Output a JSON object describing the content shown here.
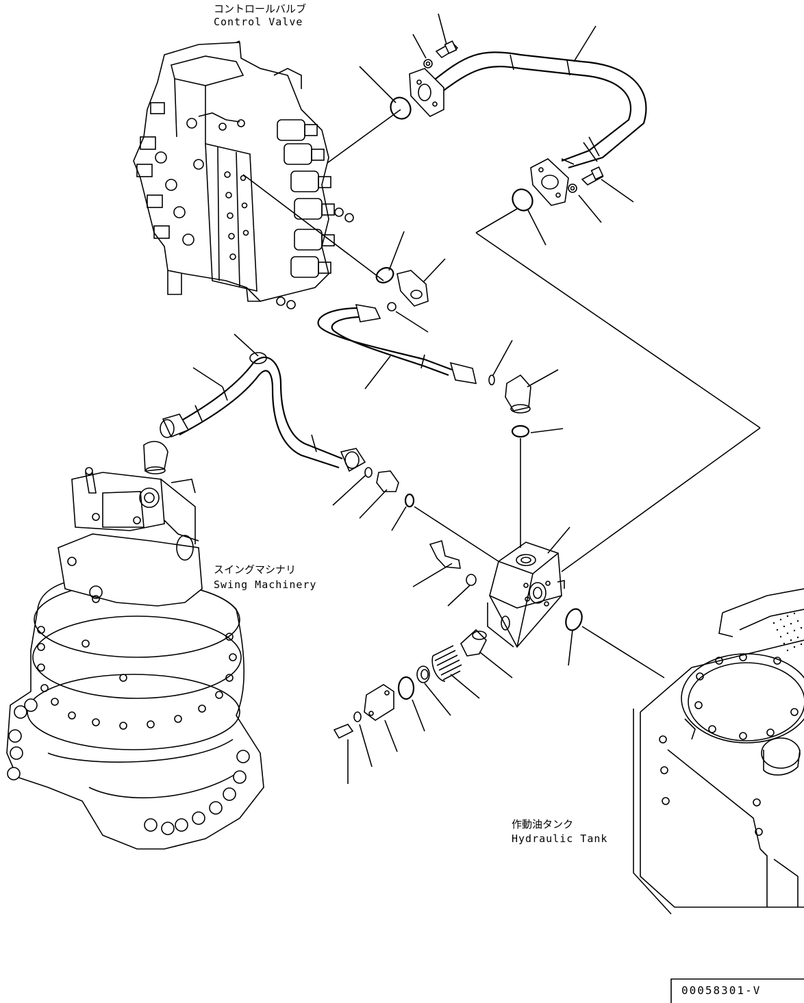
{
  "labels": {
    "control_valve": {
      "jp": "コントロールバルブ",
      "en": "Control Valve"
    },
    "swing_machinery": {
      "jp": "スイングマシナリ",
      "en": "Swing Machinery"
    },
    "hydraulic_tank": {
      "jp": "作動油タンク",
      "en": "Hydraulic Tank"
    }
  },
  "drawing_code": "00058301-V",
  "colors": {
    "line": "#000000",
    "background": "#ffffff"
  }
}
